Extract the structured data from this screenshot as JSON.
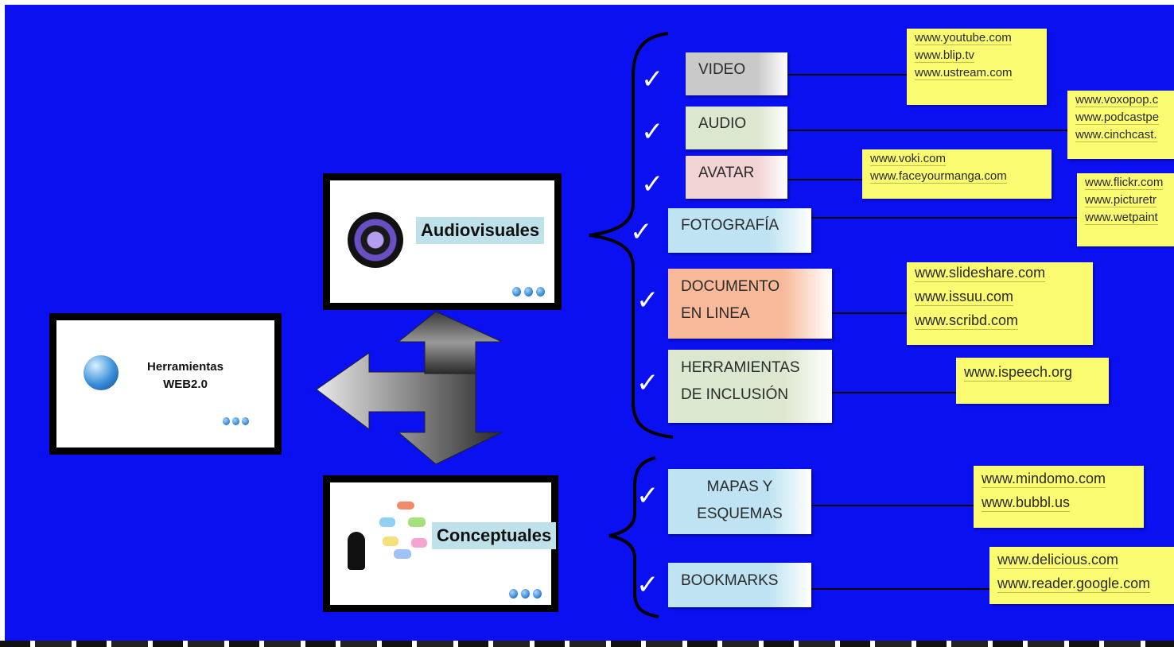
{
  "main_node": {
    "line1": "Herramientas",
    "line2": "WEB2.0"
  },
  "group_nodes": [
    {
      "id": "audiovisuales",
      "label": "Audiovisuales"
    },
    {
      "id": "conceptuales",
      "label": "Conceptuales"
    }
  ],
  "categories": [
    {
      "id": "video",
      "lines": [
        "VIDEO"
      ],
      "color": "#c9c9c9",
      "urls": [
        "www.youtube.com",
        "www.blip.tv",
        "www.ustream.com"
      ]
    },
    {
      "id": "audio",
      "lines": [
        "AUDIO"
      ],
      "color": "#dce7cf",
      "urls": [
        "www.voxopop.c",
        "www.podcastpe",
        "www.cinchcast."
      ]
    },
    {
      "id": "avatar",
      "lines": [
        "AVATAR"
      ],
      "color": "#f2d3d3",
      "urls": [
        "www.voki.com",
        "www.faceyourmanga.com"
      ]
    },
    {
      "id": "fotografia",
      "lines": [
        "FOTOGRAFÍA"
      ],
      "color": "#bfe3f2",
      "urls": [
        "www.flickr.com",
        "www.picturetr",
        "www.wetpaint"
      ]
    },
    {
      "id": "documento",
      "lines": [
        "DOCUMENTO",
        "EN LINEA"
      ],
      "color": "#f7b99a",
      "urls": [
        "www.slideshare.com",
        "www.issuu.com",
        "www.scribd.com"
      ]
    },
    {
      "id": "inclusion",
      "lines": [
        "HERRAMIENTAS",
        "DE INCLUSIÓN"
      ],
      "color": "#dce7cf",
      "urls": [
        "www.ispeech.org"
      ]
    },
    {
      "id": "mapas",
      "lines": [
        "MAPAS Y",
        "ESQUEMAS"
      ],
      "color": "#bfe3f2",
      "urls": [
        "www.mindomo.com",
        "www.bubbl.us"
      ]
    },
    {
      "id": "bookmarks",
      "lines": [
        "BOOKMARKS"
      ],
      "color": "#bfe3f2",
      "urls": [
        "www.delicious.com",
        "www.reader.google.com"
      ]
    }
  ],
  "checkmark": "✓",
  "colors": {
    "background": "#0a10f0",
    "sticky": "#fbfb72",
    "arrow": "#8c8c8c"
  }
}
